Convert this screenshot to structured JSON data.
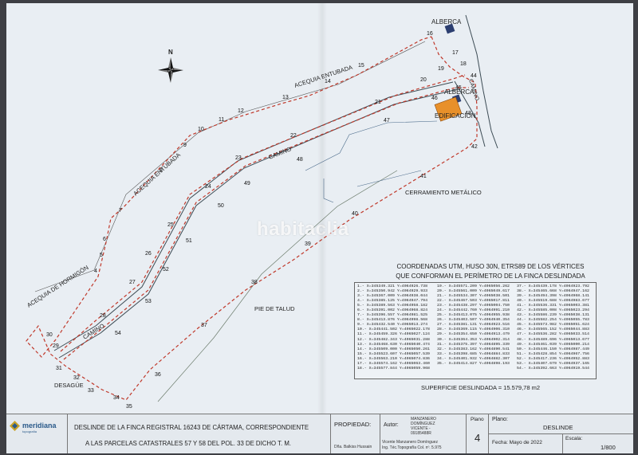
{
  "labels": {
    "alberca_1": "ALBERCA",
    "alberca_2": "ALBERCA",
    "edificacion": "EDIFICACIÓN",
    "camino_right": "CAMINO",
    "acequia_entubada_1": "ACEQUIA ENTUBADA",
    "acequia_entubada_2": "ACEQUIA ENTUBADA",
    "camino_1": "CAMINO",
    "camino_2": "CAMINO",
    "acequia_hormigon": "ACEQUIA DE HORMIGÓN",
    "cerramiento": "CERRAMIENTO METÁLICO",
    "pie_talud": "PIE DE TALUD",
    "desague": "DESAGÜE",
    "north": "N"
  },
  "watermark": "habitaclia",
  "coords": {
    "title_line1": "COORDENADAS UTM, HUSO 30N, ETRS89 DE LOS VÉRTICES",
    "title_line2": "QUE CONFORMAN EL PERÍMETRO DE LA FINCA DESLINDADA",
    "col1": [
      "1.- X=345349.321 Y=4064926.738",
      "2.- X=345350.942 Y=4064929.933",
      "3.- X=345367.009 Y=4064938.044",
      "4.- X=345385.125 Y=4064947.794",
      "5.- X=345389.563 Y=4064958.182",
      "6.- X=345391.002 Y=4064968.824",
      "7.- X=345396.557 Y=4064981.525",
      "8.- X=345413.876 Y=4064998.568",
      "9.- X=345432.540 Y=4065013.274",
      "10.- X=345441.502 Y=4065022.178",
      "11.- X=345459.326 Y=4065027.124",
      "12.- X=345482.343 Y=4065031.288",
      "13.- X=345468.630 Y=4065040.474",
      "14.- X=345509.000 Y=4065050.261",
      "15.- X=345523.607 Y=4065057.539",
      "16.- X=345563.210 Y=4065074.836",
      "17.- X=345574.162 Y=4065063.460",
      "18.- X=345577.844 Y=4065059.968"
    ],
    "col2": [
      "19.- X=345571.209 Y=4065056.262",
      "20.- X=345561.009 Y=4065049.617",
      "21.- X=345534.307 Y=4065038.501",
      "22.- X=345467.503 Y=4065017.811",
      "23.- X=345438.297 Y=4065004.750",
      "24.- X=345442.760 Y=4064991.210",
      "25.- X=345413.075 Y=4064955.938",
      "26.- X=345403.507 Y=4064940.354",
      "27.- X=345381.131 Y=4064923.516",
      "28.- X=345369.115 Y=4064906.310",
      "29.- X=345354.650 Y=4064913.479",
      "30.- X=345364.353 Y=4064902.314",
      "31.- X=345375.397 Y=4064895.339",
      "32.- X=345383.162 Y=4064890.541",
      "33.- X=345398.685 Y=4064884.833",
      "34.- X=345401.932 Y=4064882.307",
      "35.- X=345414.827 Y=4064898.193"
    ],
    "col3": [
      "37.- X=345439.178 Y=4064923.792",
      "38.- X=345465.668 Y=4064947.162",
      "39.- X=345494.398 Y=4064968.141",
      "40.- X=345519.688 Y=4064983.677",
      "41.- X=345536.331 Y=4065003.381",
      "42.- X=345585.008 Y=4065023.294",
      "43.- X=345586.239 Y=4065038.131",
      "44.- X=345582.254 Y=4065055.783",
      "45.- X=345573.982 Y=4065051.624",
      "46.- X=345565.152 Y=4065044.883",
      "47.- X=345536.282 Y=4065033.514",
      "48.- X=345489.696 Y=4065013.677",
      "49.- X=345461.039 Y=4065000.214",
      "50.- X=345446.150 Y=4064987.449",
      "51.- X=345428.854 Y=4064967.756",
      "52.- X=345417.236 Y=4064952.883",
      "53.- X=345407.679 Y=4064937.165",
      "54.- X=345392.663 Y=4064919.544"
    ]
  },
  "surface": "SUPERFICIE DESLINDADA = 15.579,78 m2",
  "titleblock": {
    "logo_name": "meridiana",
    "logo_sub": "topografía",
    "desc_line1": "DESLINDE  DE LA FINCA REGISTRAL 16243 DE CÁRTAMA, CORRESPONDIENTE",
    "desc_line2": "A LAS PARCELAS CATASTRALES 57 Y 58 DEL POL. 33 DE DICHO T. M.",
    "propiedad_label": "PROPIEDAD:",
    "propiedad_value": "Dña. Balkiss Hussain",
    "autor_label": "Autor:",
    "autor_stamp1": "MANZANERO",
    "autor_stamp2": "DOMÍNGUEZ",
    "autor_stamp3": "VICENTE -",
    "autor_stamp4": "09185488R",
    "autor_name": "Vicente Manzanero Domínguez",
    "autor_title": "Ing. Téc.Topografía Col. nº. 5.975",
    "plano_num_label": "Plano",
    "plano_num": "4",
    "plano_label": "Plano:",
    "plano_value": "DESLINDE",
    "fecha": "Fecha: Mayo de 2022",
    "escala_label": "Escala:",
    "escala_value": "1/800"
  },
  "colors": {
    "boundary": "#c0392b",
    "road": "#3d4c55",
    "building": "#e8902a",
    "pool": "#2c3e70",
    "paper": "#e9eef3"
  }
}
